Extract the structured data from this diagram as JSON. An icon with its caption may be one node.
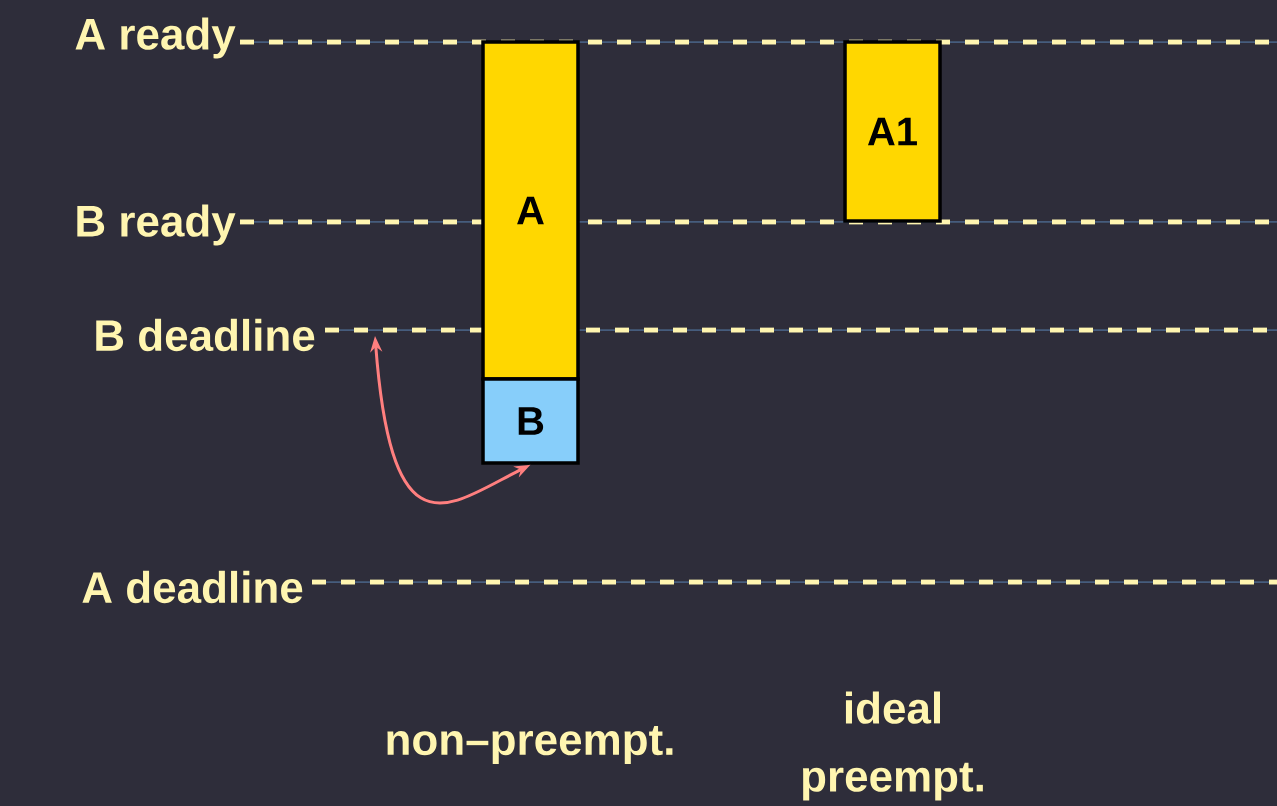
{
  "diagram": {
    "nodes": [
      {
        "text": [
          "A"
        ]
      },
      {
        "text": [
          "B"
        ]
      },
      {
        "text": [
          "A1"
        ]
      }
    ],
    "edges": [
      {
        "from": null,
        "to": 1,
        "arrow": "both",
        "color": "#ff7f7f"
      }
    ],
    "labels": [
      "A ready",
      "B ready",
      "B deadline",
      "A deadline",
      "non–preempt.",
      "ideal preempt."
    ]
  }
}
